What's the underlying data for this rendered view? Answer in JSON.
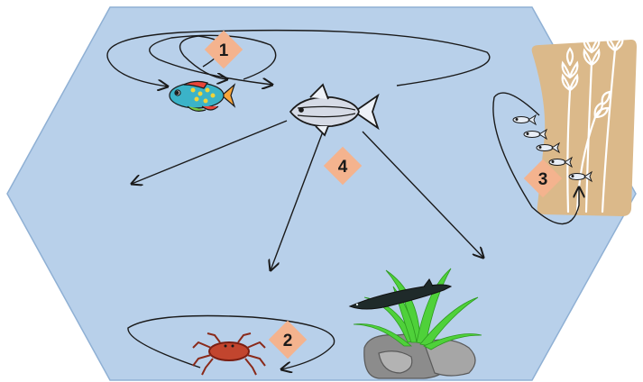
{
  "diagram": {
    "badges": [
      {
        "id": "badge-1",
        "label": "1"
      },
      {
        "id": "badge-2",
        "label": "2"
      },
      {
        "id": "badge-3",
        "label": "3"
      },
      {
        "id": "badge-4",
        "label": "4"
      }
    ],
    "colors": {
      "water": "#b8d0ea",
      "water_outline": "#8fb0d4",
      "badge": "#f4b38e",
      "reeds": "#dbb98a",
      "arrow": "#1a1a1a"
    }
  }
}
